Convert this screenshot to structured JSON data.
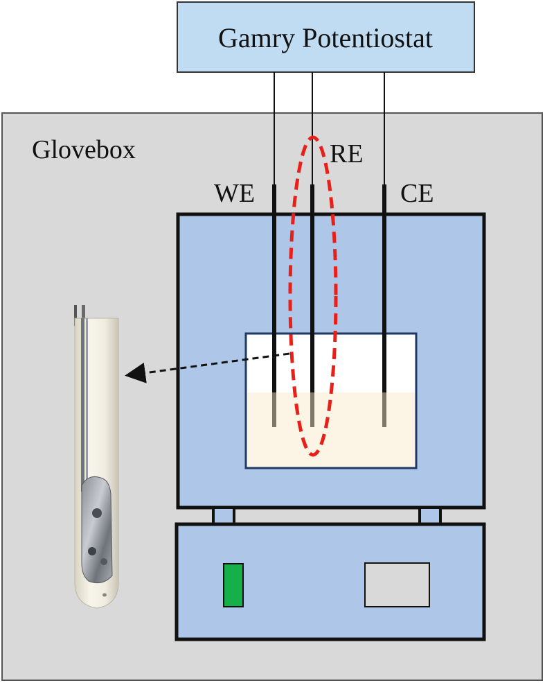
{
  "labels": {
    "potentiostat": "Gamry Potentiostat",
    "glovebox": "Glovebox",
    "we": "WE",
    "re": "RE",
    "ce": "CE"
  },
  "colors": {
    "glovebox_fill": "#d9d9d9",
    "potentiostat_fill": "#bfdcf2",
    "furnace_fill": "#aec6e8",
    "electrolyte_fill": "#fcf4e4",
    "indicator_green": "#15b04a",
    "highlight_red": "#e8201a",
    "electrode_rod": "#111111",
    "electrode_tip": "#7f7768"
  },
  "icons": {
    "electrode_photo": "tube-electrode-photo",
    "power_switch": "green-indicator",
    "display": "display-panel"
  }
}
